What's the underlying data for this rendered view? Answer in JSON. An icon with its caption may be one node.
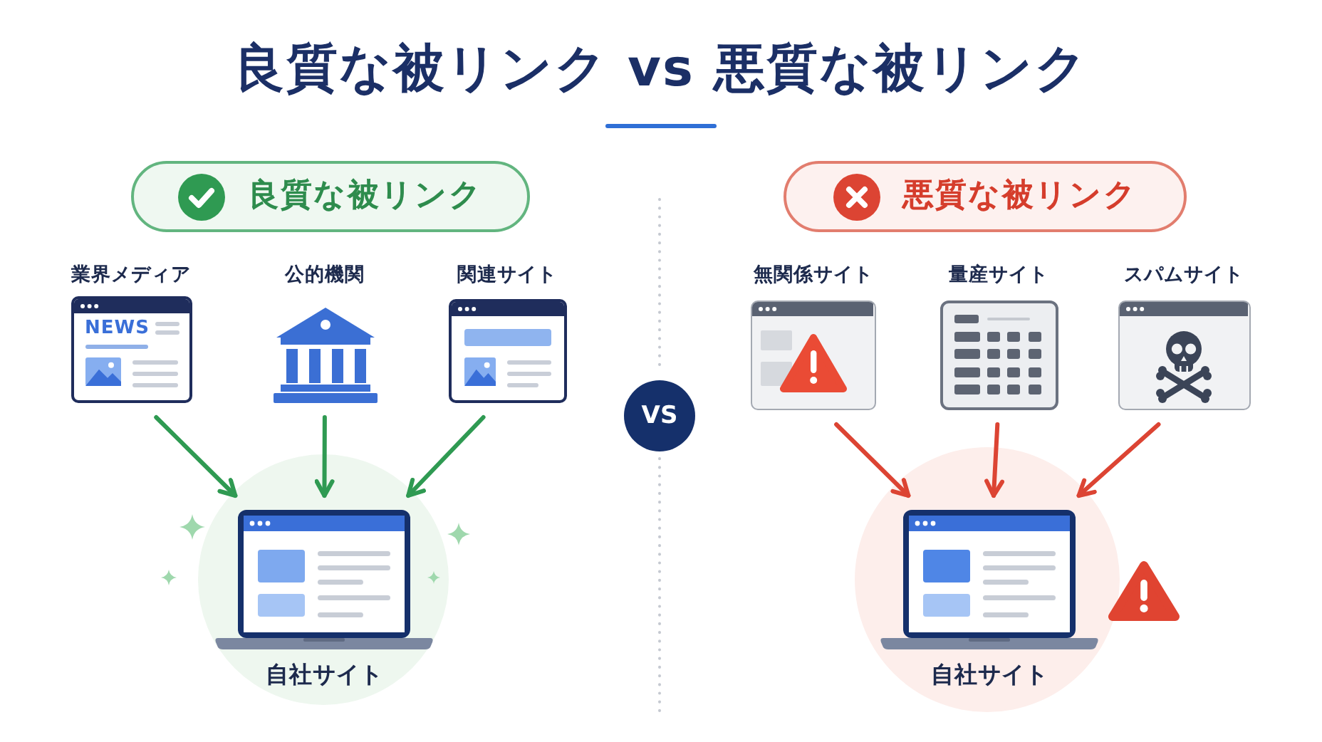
{
  "diagram": {
    "title": "良質な被リンク vs 悪質な被リンク",
    "nodes": [
      {
        "text": [
          "良質な被リンク"
        ]
      },
      {
        "text": [
          "業界メディア",
          "NEWS"
        ]
      },
      {
        "text": [
          "公的機関"
        ]
      },
      {
        "text": [
          "関連サイト"
        ]
      },
      {
        "text": [
          "自社サイト"
        ]
      },
      {
        "text": [
          "VS"
        ]
      },
      {
        "text": [
          "悪質な被リンク"
        ]
      },
      {
        "text": [
          "無関係サイト"
        ]
      },
      {
        "text": [
          "量産サイト"
        ]
      },
      {
        "text": [
          "スパムサイト"
        ]
      },
      {
        "text": [
          "自社サイト"
        ]
      }
    ],
    "edges": [
      {
        "from": 1,
        "to": 4,
        "arrow": "to",
        "color": "#2f9a52"
      },
      {
        "from": 2,
        "to": 4,
        "arrow": "to",
        "color": "#2f9a52"
      },
      {
        "from": 3,
        "to": 4,
        "arrow": "to",
        "color": "#2f9a52"
      },
      {
        "from": 7,
        "to": 10,
        "arrow": "to",
        "color": "#dc4433"
      },
      {
        "from": 8,
        "to": 10,
        "arrow": "to",
        "color": "#dc4433"
      },
      {
        "from": 9,
        "to": 10,
        "arrow": "to",
        "color": "#dc4433"
      }
    ]
  }
}
